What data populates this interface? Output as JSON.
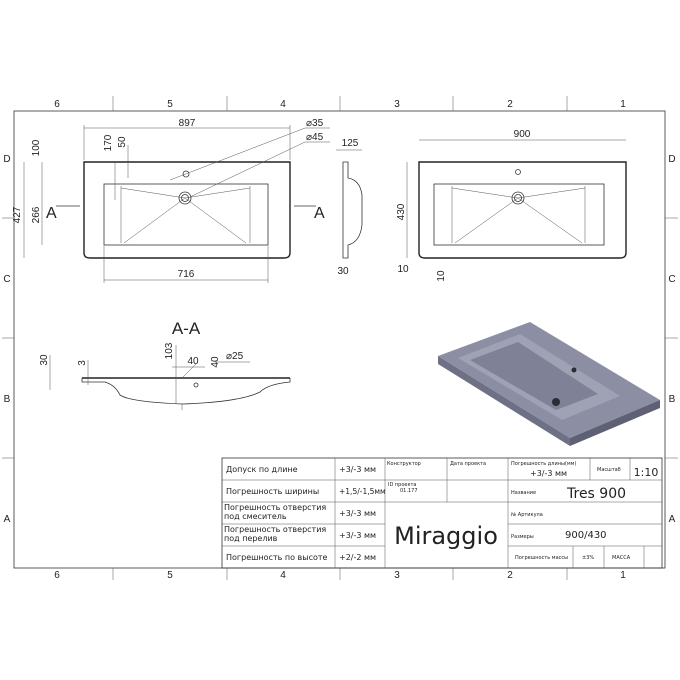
{
  "zones_columns": [
    "6",
    "5",
    "4",
    "3",
    "2",
    "1"
  ],
  "zones_rows": [
    "D",
    "C",
    "B",
    "A"
  ],
  "top_view": {
    "width": "897",
    "d1": "170",
    "d2": "50",
    "d3": "100",
    "height": "427",
    "bowl_depth": "266",
    "bowl_width": "716",
    "hole1": "35",
    "hole2": "45",
    "section_mark": "A"
  },
  "side_view": {
    "top": "125",
    "height": "430",
    "b1": "30",
    "b2": "10",
    "b3": "10"
  },
  "front_view": {
    "width": "900"
  },
  "section": {
    "title": "A-A",
    "d1": "30",
    "d2": "3",
    "d3": "103",
    "d4": "40",
    "d5": "40",
    "hole": "25"
  },
  "title_block": {
    "rows": [
      {
        "label": "Допуск по длине",
        "value": "+3/-3 мм"
      },
      {
        "label": "Погрешность ширины",
        "value": "+1,5/-1,5мм"
      },
      {
        "label": "Погрешность отверстия под смеситель",
        "value": "+3/-3 мм"
      },
      {
        "label": "Погрешность отверстия под перелив",
        "value": "+3/-3 мм"
      },
      {
        "label": "Погрешность по высоте",
        "value": "+2/-2 мм"
      }
    ],
    "designer_label": "Конструктор",
    "date_label": "Дата проекта",
    "project_id_label": "ID проекта",
    "project_id": "01.177",
    "brand": "Miraggio",
    "length_tol_label": "Погрешность длины(мм)",
    "length_tol": "+3/-3 мм",
    "scale_label": "Масштаб",
    "scale": "1:10",
    "name_label": "Название",
    "name": "Tres 900",
    "article_label": "№ Артикула",
    "size_label": "Размеры",
    "size": "900/430",
    "mass_tol_label": "Погрешность массы",
    "mass_tol": "±3%",
    "mass_label": "МАССА"
  }
}
